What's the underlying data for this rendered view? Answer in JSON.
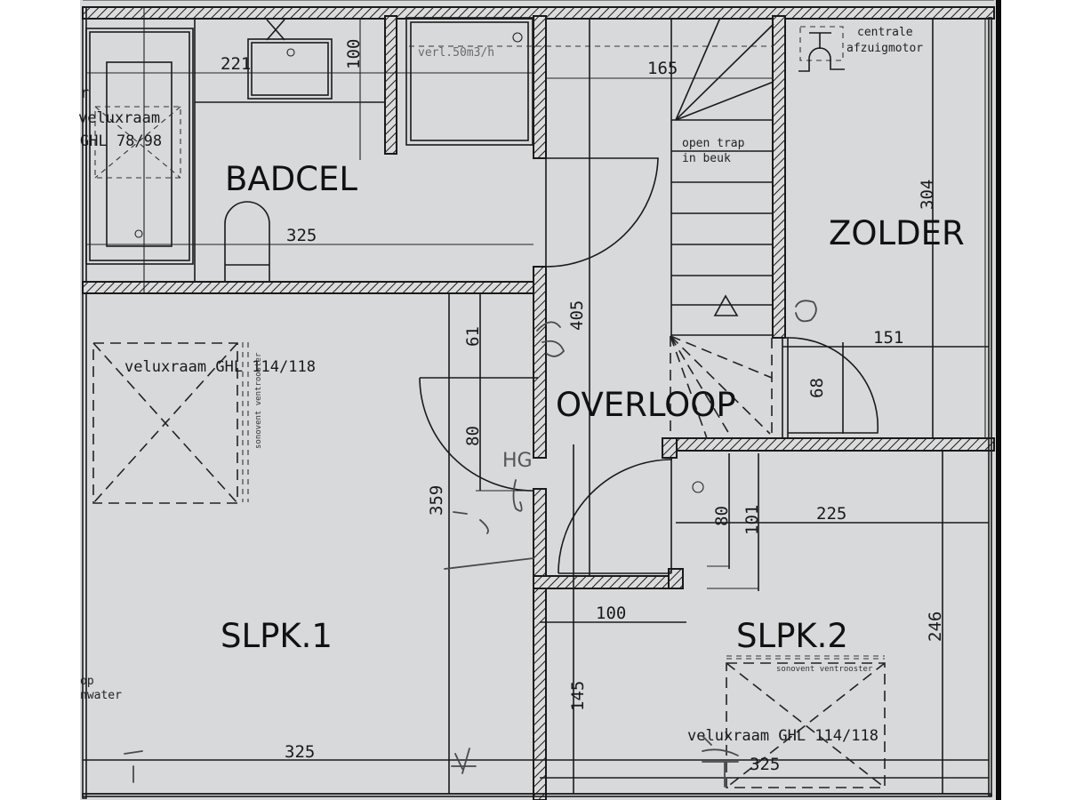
{
  "plan": {
    "type": "floor-plan",
    "rooms": [
      {
        "id": "badcel",
        "label": "BADCEL"
      },
      {
        "id": "zolder",
        "label": "ZOLDER"
      },
      {
        "id": "overloop",
        "label": "OVERLOOP"
      },
      {
        "id": "slpk1",
        "label": "SLPK.1"
      },
      {
        "id": "slpk2",
        "label": "SLPK.2"
      }
    ],
    "dimensions": {
      "badcel_width": "325",
      "badcel_top": "221",
      "badcel_vertical": "100",
      "stair_width": "165",
      "overloop_height": "405",
      "zolder_height": "304",
      "zolder_width": "151",
      "closet_depth": "68",
      "slpk1_door_a": "61",
      "slpk1_door_b": "80",
      "slpk1_height": "359",
      "slpk1_width": "325",
      "slpk2_door_a": "80",
      "slpk2_door_b": "101",
      "slpk2_width_top": "225",
      "slpk2_height": "246",
      "slpk2_left": "100",
      "slpk2_side": "145",
      "slpk2_width": "325"
    },
    "annotations": {
      "stair_note_line1": "open trap",
      "stair_note_line2": "in beuk",
      "zolder_note_line1": "centrale",
      "zolder_note_line2": "afzuigmotor",
      "shower_label": "verl.50m3/h",
      "velux_badcel_line1": "veluxraam",
      "velux_badcel_line2": "GHL 78/98",
      "velux_badcel_prefix": "r",
      "velux_slpk1": "veluxraam GHL 114/118",
      "velux_slpk2": "veluxraam GHL 114/118",
      "sonovent_slpk1": "sonovent ventrooster",
      "sonovent_slpk2": "sonovent ventrooster",
      "rainwater_line1": "op",
      "rainwater_line2": "nwater",
      "pencil_hg": "HG"
    }
  }
}
